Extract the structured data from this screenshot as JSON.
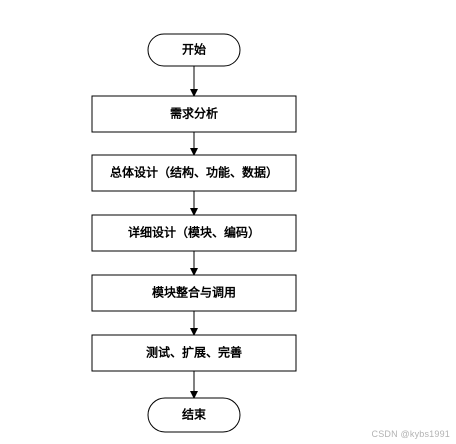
{
  "flowchart": {
    "start_label": "开始",
    "steps": [
      "需求分析",
      "总体设计（结构、功能、数据）",
      "详细设计（模块、编码）",
      "模块整合与调用",
      "测试、扩展、完善"
    ],
    "end_label": "结束"
  },
  "watermark": {
    "text": "CSDN @kybs1991"
  },
  "colors": {
    "stroke": "#000000",
    "box_fill": "#ffffff",
    "watermark": "#b3b3b3"
  }
}
